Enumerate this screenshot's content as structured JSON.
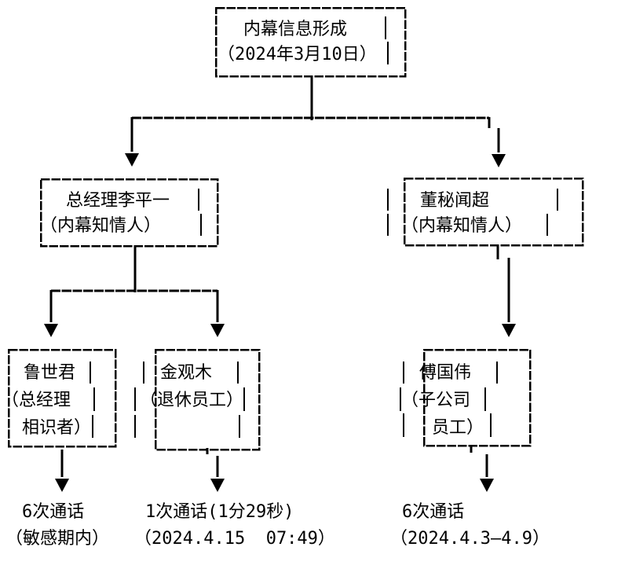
{
  "colors": {
    "line": "#000000",
    "background": "#ffffff"
  },
  "boxes": {
    "root": {
      "line1": "内幕信息形成",
      "line2": "（2024年3月10日）"
    },
    "li_pingyi": {
      "line1": "总经理李平一",
      "line2": "（内幕知情人）"
    },
    "wen_chao": {
      "line1": "董秘闻超",
      "line2": "（内幕知情人）"
    },
    "lu_shijun": {
      "line1": "鲁世君",
      "line2": "（总经理",
      "line3": "相识者）"
    },
    "jin_guanmu": {
      "line1": "金观木",
      "line2": "（退休员工）"
    },
    "fu_guowei": {
      "line1": "傅国伟",
      "line2": "（子公司",
      "line3": "员工）"
    }
  },
  "annotations": {
    "lu_shijun": {
      "line1": "6次通话",
      "line2": "（敏感期内）"
    },
    "jin_guanmu": {
      "line1": "1次通话(1分29秒)",
      "line2": "（2024.4.15  07:49）"
    },
    "fu_guowei": {
      "line1": "6次通话",
      "line2": "（2024.4.3–4.9）"
    }
  }
}
